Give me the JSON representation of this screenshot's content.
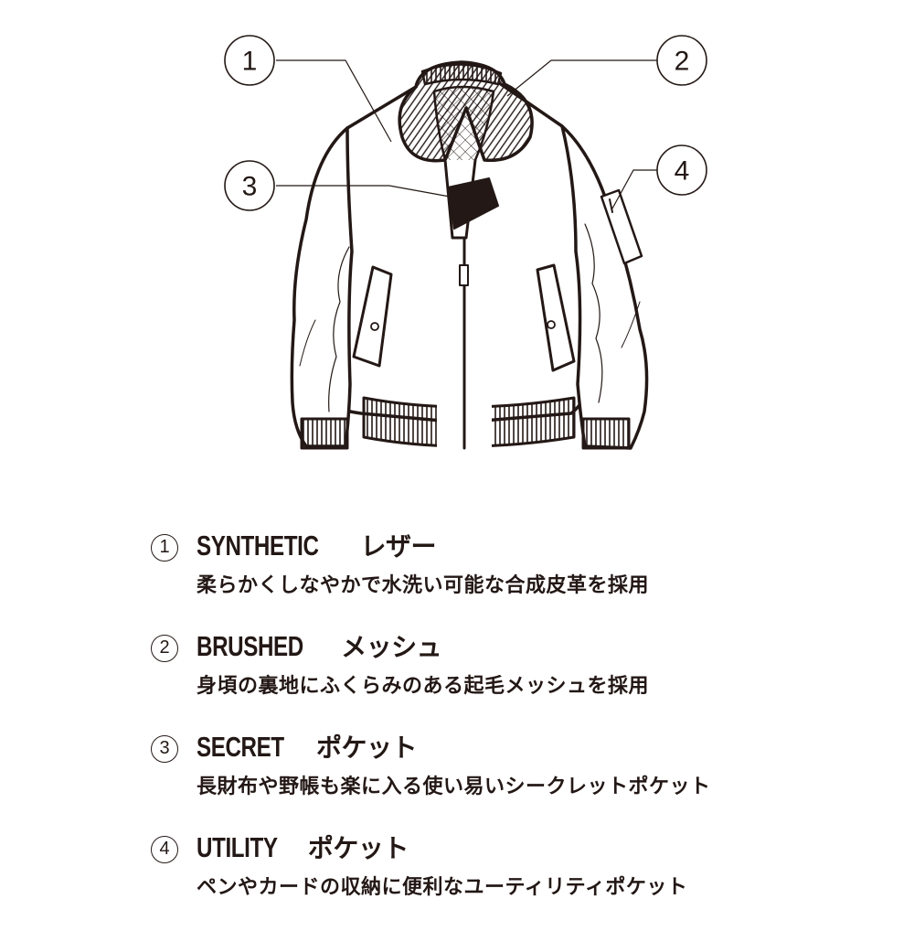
{
  "diagram": {
    "subject": "bomber-jacket-illustration",
    "callouts": [
      {
        "num": "1",
        "target": "jacket-body-leather"
      },
      {
        "num": "2",
        "target": "collar-lining-mesh"
      },
      {
        "num": "3",
        "target": "inner-secret-pocket"
      },
      {
        "num": "4",
        "target": "sleeve-utility-pocket"
      }
    ],
    "colors": {
      "line": "#231815",
      "background": "#ffffff"
    }
  },
  "features": [
    {
      "num": "1",
      "title_en": "SYNTHETIC",
      "title_ja": "レザー",
      "description": "柔らかくしなやかで水洗い可能な合成皮革を採用"
    },
    {
      "num": "2",
      "title_en": "BRUSHED",
      "title_ja": "メッシュ",
      "description": "身頃の裏地にふくらみのある起毛メッシュを採用"
    },
    {
      "num": "3",
      "title_en": "SECRET",
      "title_ja": "ポケット",
      "description": "長財布や野帳も楽に入る使い易いシークレットポケット"
    },
    {
      "num": "4",
      "title_en": "UTILITY",
      "title_ja": "ポケット",
      "description": "ペンやカードの収納に便利なユーティリティポケット"
    }
  ]
}
